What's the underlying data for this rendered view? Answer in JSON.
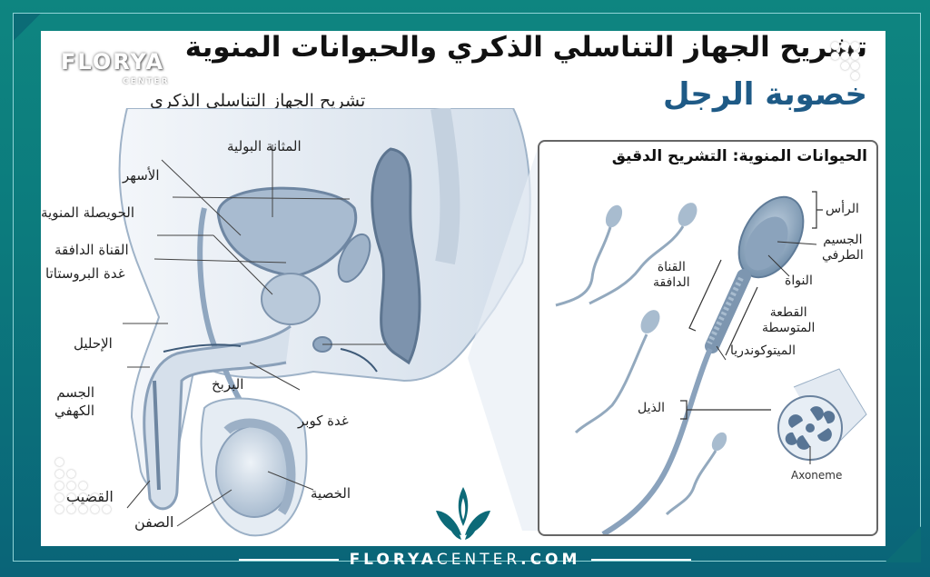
{
  "header": {
    "title": "تشريح الجهاز التناسلي الذكري والحيوانات المنوية",
    "subtitle": "خصوبة الرجل",
    "watermark_brand": "FLORYA",
    "watermark_sub": "CENTER"
  },
  "anatomy_panel": {
    "heading": "تشريح الجهاز التناسلي الذكري",
    "labels": {
      "bladder": "المثانة البولية",
      "vas_deferens": "الأسهر",
      "seminal_vesicle": "الحويصلة المنوية",
      "ejaculatory_duct": "القناة الدافقة",
      "prostate": "غدة البروستاتا",
      "urethra": "الإحليل",
      "corpus_cavernosum_line1": "الجسم",
      "corpus_cavernosum_line2": "الكهفي",
      "penis": "القضيب",
      "scrotum": "الصفن",
      "epididymis": "البربخ",
      "cowper_gland": "غدة كوبر",
      "testis": "الخصية"
    }
  },
  "sperm_panel": {
    "title": "الحيوانات المنوية: التشريح الدقيق",
    "labels": {
      "head": "الرأس",
      "acrosome_line1": "الجسيم",
      "acrosome_line2": "الطرفي",
      "nucleus": "النواة",
      "ejaculatory_duct_line1": "القناة",
      "ejaculatory_duct_line2": "الدافقة",
      "midpiece_line1": "القطعة",
      "midpiece_line2": "المتوسطة",
      "mitochondria": "الميتوكوندريا",
      "tail": "الذيل",
      "axoneme": "Axoneme"
    }
  },
  "footer": {
    "brand_bold": "FLORYA",
    "brand_light": "CENTER",
    "brand_tld": ".COM"
  },
  "colors": {
    "frame_teal": "#0c7b7d",
    "frame_dark": "#0a6478",
    "title_blue": "#1e5a86",
    "anatomy_blue": "#8fa9c4",
    "logo_teal": "#0d6a78"
  }
}
